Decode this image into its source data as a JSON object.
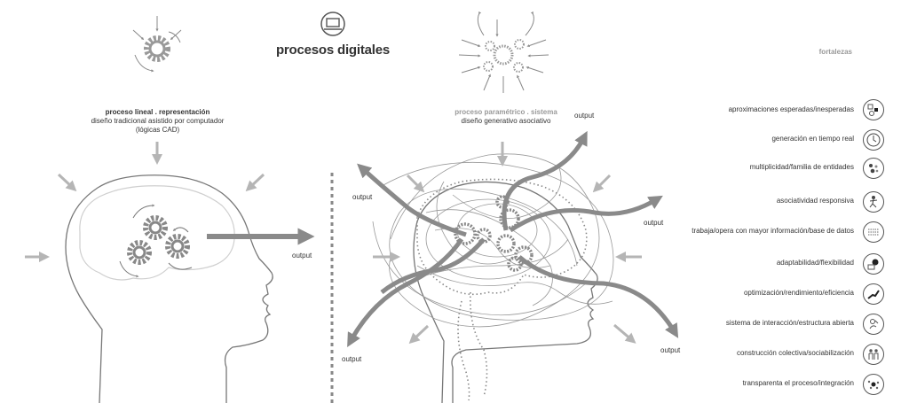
{
  "title": "procesos digitales",
  "left": {
    "heading": "proceso lineal . representación",
    "line1": "diseño tradicional asistido por computador",
    "line2": "(lógicas CAD)",
    "output": "output"
  },
  "right": {
    "heading": "proceso paramétrico . sistema",
    "line1": "diseño generativo asociativo",
    "outputs": [
      "output",
      "output",
      "output",
      "output",
      "output"
    ]
  },
  "strengths": {
    "heading": "fortalezas",
    "items": [
      {
        "label": "aproximaciones esperadas/inesperadas",
        "icon": "shapes-icon"
      },
      {
        "label": "generación en tiempo real",
        "icon": "clock-icon"
      },
      {
        "label": "multiplicidad/familia de entidades",
        "icon": "dots-icon"
      },
      {
        "label": "asociatividad responsiva",
        "icon": "figure-icon"
      },
      {
        "label": "trabaja/opera con mayor información/base de datos",
        "icon": "data-icon"
      },
      {
        "label": "adaptabilidad/flexibilidad",
        "icon": "adapt-icon"
      },
      {
        "label": "optimización/rendimiento/eficiencia",
        "icon": "growth-icon"
      },
      {
        "label": "sistema de interacción/estructura abierta",
        "icon": "interaction-icon"
      },
      {
        "label": "construcción colectiva/sociabilización",
        "icon": "people-icon"
      },
      {
        "label": "transparenta el proceso/integración",
        "icon": "integration-icon"
      }
    ]
  }
}
